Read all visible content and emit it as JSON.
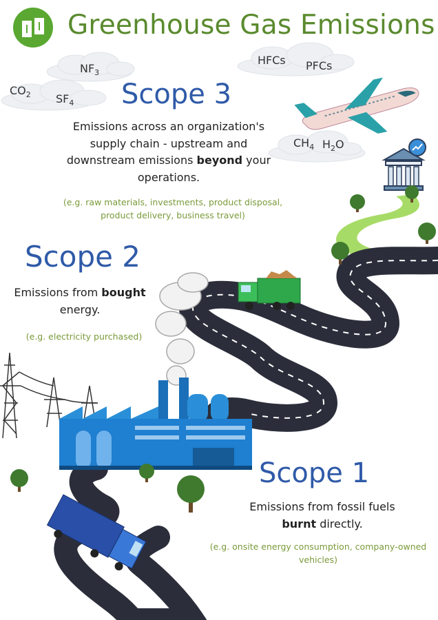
{
  "header": {
    "title": "Greenhouse Gas Emissions"
  },
  "gases": {
    "co2": {
      "base": "CO",
      "sub": "2"
    },
    "nf3": {
      "base": "NF",
      "sub": "3"
    },
    "sf4": {
      "base": "SF",
      "sub": "4"
    },
    "hfcs": "HFCs",
    "pfcs": "PFCs",
    "ch4": {
      "base": "CH",
      "sub": "4"
    },
    "h2o": {
      "base": "H",
      "sub": "2",
      "tail": "O"
    }
  },
  "scope3": {
    "heading": "Scope 3",
    "line1": "Emissions across an organization's",
    "line2": "supply chain - upstream and",
    "line3_pre": "downstream emissions ",
    "line3_bold": "beyond",
    "line3_post": " your",
    "line4": "operations.",
    "example_line1": "(e.g. raw materials, investments, product disposal,",
    "example_line2": "product delivery, business travel)"
  },
  "scope2": {
    "heading": "Scope 2",
    "line1_pre": "Emissions from ",
    "line1_bold": "bought",
    "line2": "energy.",
    "example": "(e.g. electricity purchased)"
  },
  "scope1": {
    "heading": "Scope 1",
    "line1": "Emissions from fossil fuels",
    "line2_bold": "burnt",
    "line2_post": " directly.",
    "example_line1": "(e.g. onsite energy consumption, company-owned",
    "example_line2": "vehicles)"
  },
  "colors": {
    "title_green": "#5a8a2e",
    "scope_blue": "#2f5aa8",
    "example_green": "#7a9a3a",
    "road": "#2b2e3a",
    "factory_blue": "#1f7fd0"
  },
  "icons": [
    "logo-icon",
    "cloud-icon",
    "airplane-icon",
    "bank-icon",
    "tree-icon",
    "garbage-truck-icon",
    "factory-icon",
    "power-pylon-icon",
    "blue-truck-icon",
    "smoke-icon"
  ]
}
